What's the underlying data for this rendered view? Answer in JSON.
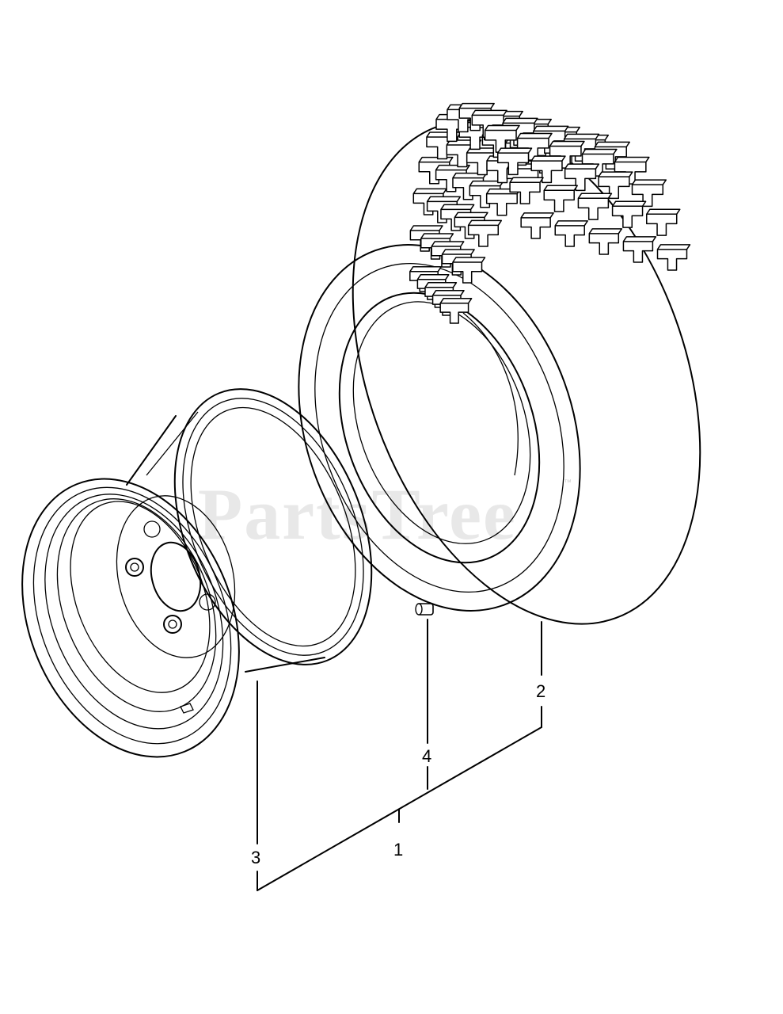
{
  "watermark": {
    "text": "PartsTree",
    "trademark": "™"
  },
  "callouts": [
    {
      "id": "callout-1",
      "label": "1"
    },
    {
      "id": "callout-2",
      "label": "2"
    },
    {
      "id": "callout-3",
      "label": "3"
    },
    {
      "id": "callout-4",
      "label": "4"
    }
  ],
  "parts": {
    "tire": {
      "callout": "2"
    },
    "wheel_rim": {
      "callout": "3"
    },
    "valve_stem": {
      "callout": "4"
    },
    "wheel_assembly": {
      "callout": "1"
    }
  }
}
